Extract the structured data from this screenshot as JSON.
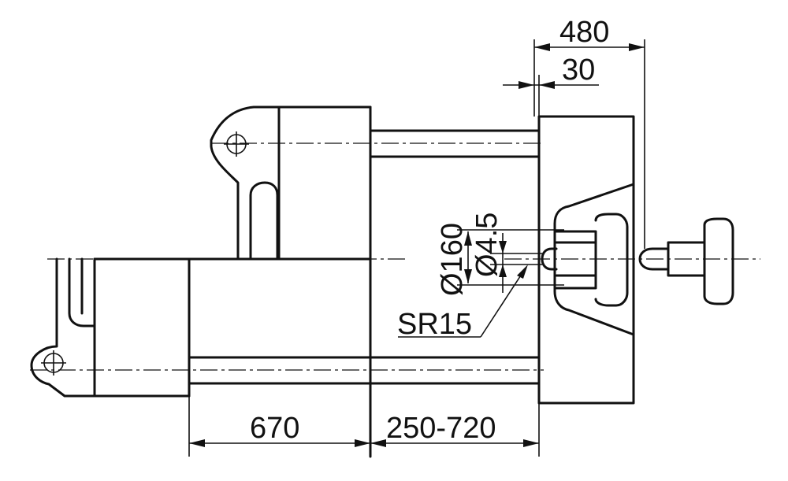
{
  "dimensions": {
    "overall_width": "480",
    "offset": "30",
    "bore_diameter": "Ø160",
    "nozzle_hole_diameter": "Ø4.5",
    "nozzle_sphere_radius": "SR15",
    "platen_length": "670",
    "opening_stroke": "250-720"
  }
}
